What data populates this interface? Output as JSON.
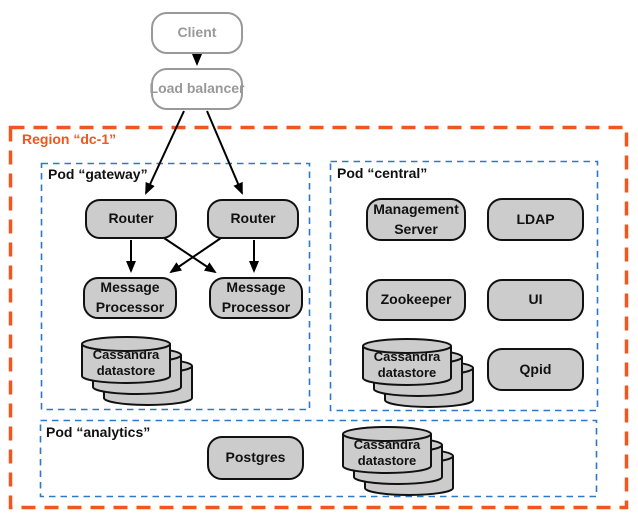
{
  "colors": {
    "region_border": "#F0561D",
    "pod_border": "#2E78C8",
    "node_fill": "#cccccc",
    "node_border": "#111111",
    "external_border": "#999999",
    "external_text": "#999999",
    "arrow": "#000000"
  },
  "external": {
    "client_label": "Client",
    "load_balancer_label": "Load balancer"
  },
  "region": {
    "label": "Region “dc-1”",
    "pods": {
      "gateway": {
        "label": "Pod “gateway”",
        "router1_label": "Router",
        "router2_label": "Router",
        "mp1_label": "Message Processor",
        "mp2_label": "Message Processor",
        "datastore_label": "Cassandra datastore"
      },
      "central": {
        "label": "Pod “central”",
        "management_server_label": "Management Server",
        "ldap_label": "LDAP",
        "zookeeper_label": "Zookeeper",
        "ui_label": "UI",
        "datastore_label": "Cassandra datastore",
        "qpid_label": "Qpid"
      },
      "analytics": {
        "label": "Pod “analytics”",
        "postgres_label": "Postgres",
        "datastore_label": "Cassandra datastore"
      }
    }
  }
}
